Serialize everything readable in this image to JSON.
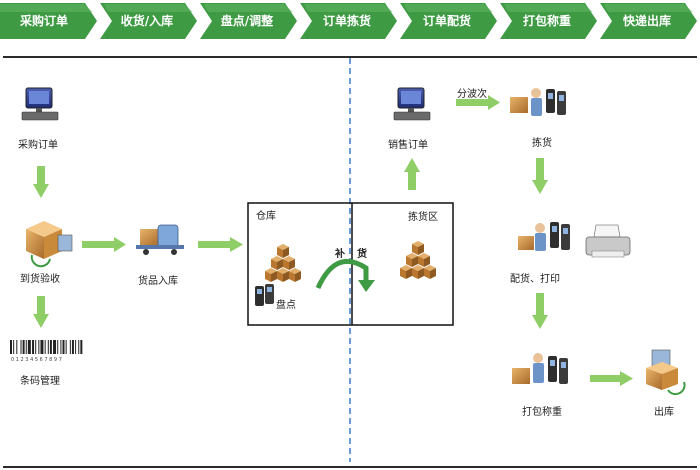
{
  "steps": [
    {
      "label": "采购订单"
    },
    {
      "label": "收货/入库"
    },
    {
      "label": "盘点/调整"
    },
    {
      "label": "订单拣货"
    },
    {
      "label": "订单配货"
    },
    {
      "label": "打包称重"
    },
    {
      "label": "快递出库"
    }
  ],
  "colors": {
    "step_fill": "#3e9a43",
    "step_highlight": "#63b866",
    "arrow_green": "#8fcd66",
    "divider_blue": "#3a78c8"
  },
  "nodes": {
    "purchase_order": "采购订单",
    "receive_check": "到货验收",
    "barcode_mgmt": "条码管理",
    "goods_in": "货品入库",
    "storage": "仓库",
    "pick_zone": "拣货区",
    "replenish_1": "补",
    "replenish_2": "货",
    "inventory": "盘点",
    "sales_order": "销售订单",
    "split_wave": "分波次",
    "picking": "拣货",
    "distribute_print": "配货、打印",
    "pack_weigh": "打包称重",
    "outbound": "出库"
  },
  "barcode_digits": "0 1 2 3 4 5 6 7 8 9 7"
}
